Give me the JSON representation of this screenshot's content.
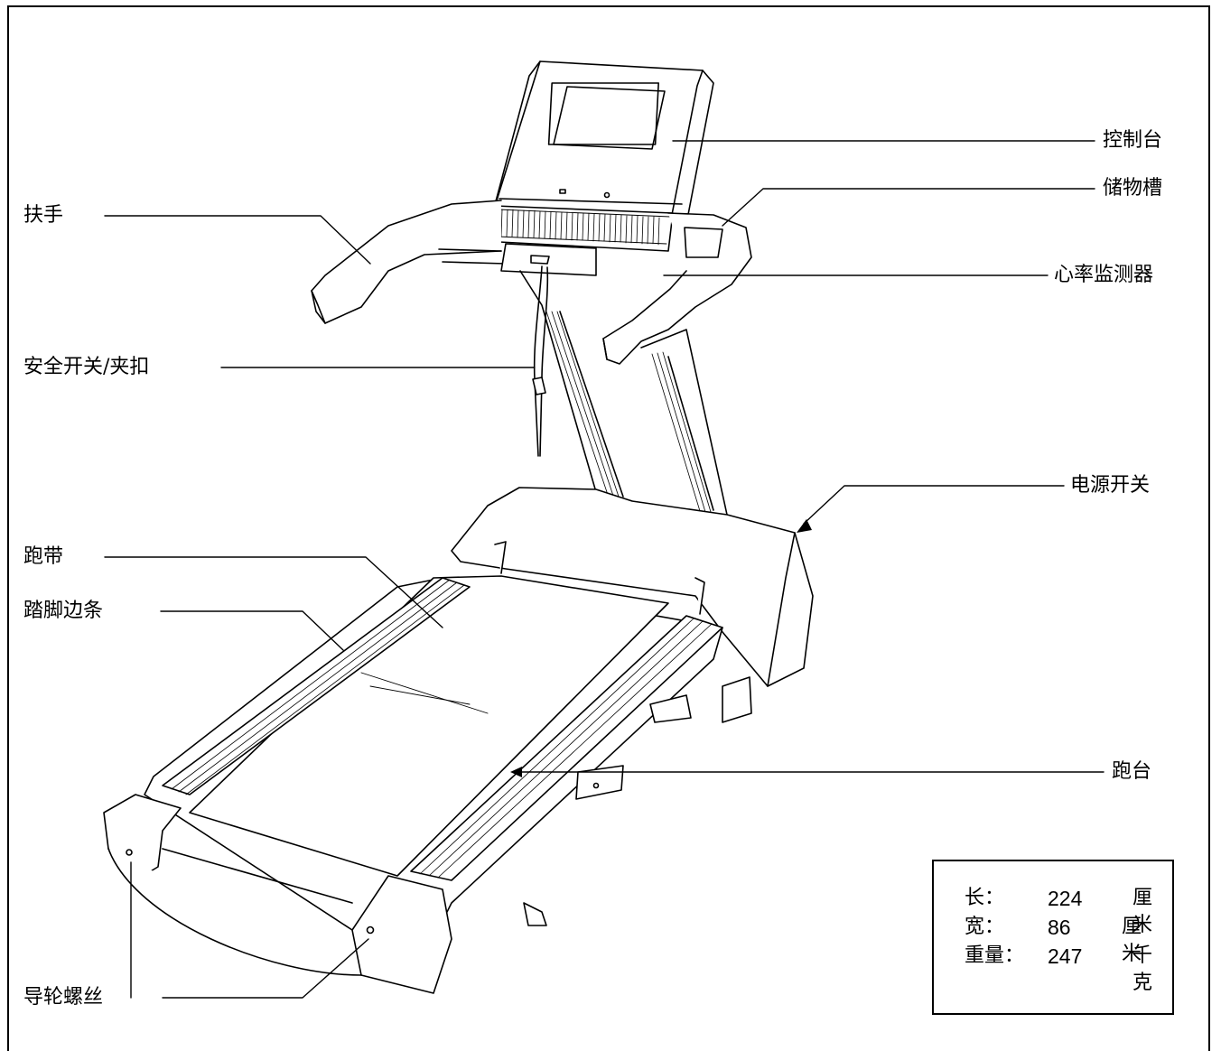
{
  "labels": {
    "console": "控制台",
    "storage_tray": "储物槽",
    "handrail": "扶手",
    "heart_rate_monitor": "心率监测器",
    "safety_key": "安全开关/夹扣",
    "power_switch": "电源开关",
    "walking_belt": "跑带",
    "foot_rail": "踏脚边条",
    "deck": "跑台",
    "idler_roller_bolt": "导轮螺丝"
  },
  "specs": {
    "length": {
      "key": "长：",
      "value": "224",
      "unit": "厘米"
    },
    "width": {
      "key": "宽：",
      "value": "86",
      "unit": "厘米"
    },
    "weight": {
      "key": "重量：",
      "value": "247",
      "unit": "千克"
    }
  }
}
